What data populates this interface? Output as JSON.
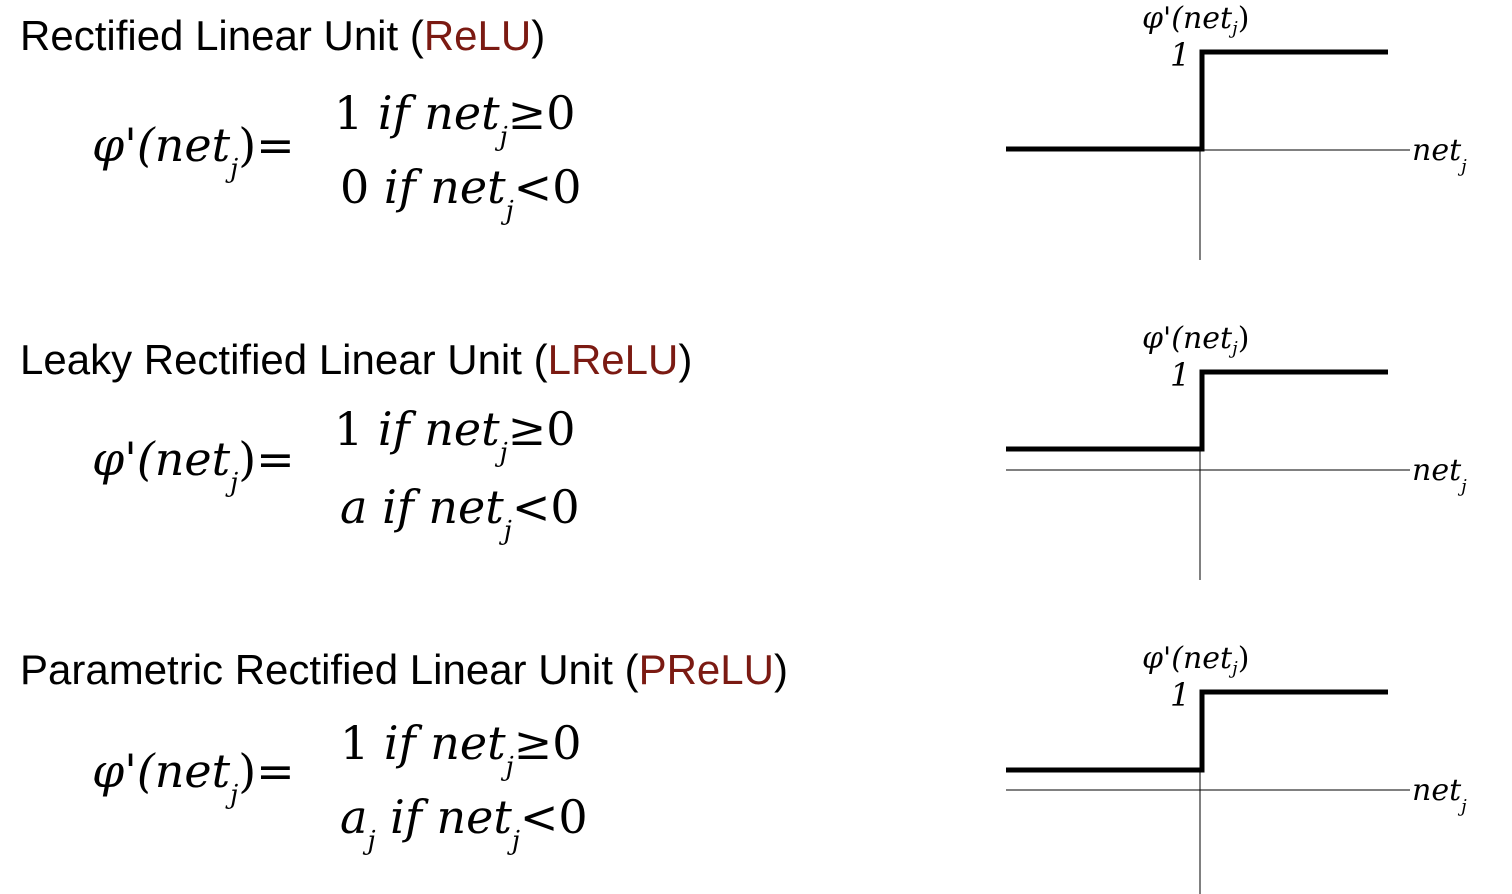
{
  "sections": [
    {
      "title_prefix": "Rectified Linear Unit (",
      "acronym": "ReLU",
      "title_suffix": ")",
      "lhs": "φ'(net",
      "lhs_sub": "j",
      "lhs_tail": ")=",
      "case_pos_val": "1",
      "case_pos_cond": "if net",
      "case_pos_sub": "j",
      "case_pos_rel": "≥0",
      "case_neg_val": "0",
      "case_neg_val_sub": "",
      "case_neg_cond": "if net",
      "case_neg_sub": "j",
      "case_neg_rel": "<0",
      "plot_y_label": "φ'(net",
      "plot_y_label_sub": "j",
      "plot_y_label_tail": ")",
      "plot_one": "1",
      "plot_x_label": "net",
      "plot_x_label_sub": "j",
      "neg_slope_level": 0.0
    },
    {
      "title_prefix": "Leaky Rectified Linear Unit (",
      "acronym": "LReLU",
      "title_suffix": ")",
      "lhs": "φ'(net",
      "lhs_sub": "j",
      "lhs_tail": ")=",
      "case_pos_val": "1",
      "case_pos_cond": "if net",
      "case_pos_sub": "j",
      "case_pos_rel": "≥0",
      "case_neg_val": "a",
      "case_neg_val_sub": "",
      "case_neg_cond": "if net",
      "case_neg_sub": "j",
      "case_neg_rel": "<0",
      "plot_y_label": "φ'(net",
      "plot_y_label_sub": "j",
      "plot_y_label_tail": ")",
      "plot_one": "1",
      "plot_x_label": "net",
      "plot_x_label_sub": "j",
      "neg_slope_level": 0.25
    },
    {
      "title_prefix": "Parametric Rectified Linear Unit (",
      "acronym": "PReLU",
      "title_suffix": ")",
      "lhs": "φ'(net",
      "lhs_sub": "j",
      "lhs_tail": ")=",
      "case_pos_val": "1",
      "case_pos_cond": "if net",
      "case_pos_sub": "j",
      "case_pos_rel": "≥0",
      "case_neg_val": "a",
      "case_neg_val_sub": "j",
      "case_neg_cond": "if net",
      "case_neg_sub": "j",
      "case_neg_rel": "<0",
      "plot_y_label": "φ'(net",
      "plot_y_label_sub": "j",
      "plot_y_label_tail": ")",
      "plot_one": "1",
      "plot_x_label": "net",
      "plot_x_label_sub": "j",
      "neg_slope_level": 0.25
    }
  ]
}
